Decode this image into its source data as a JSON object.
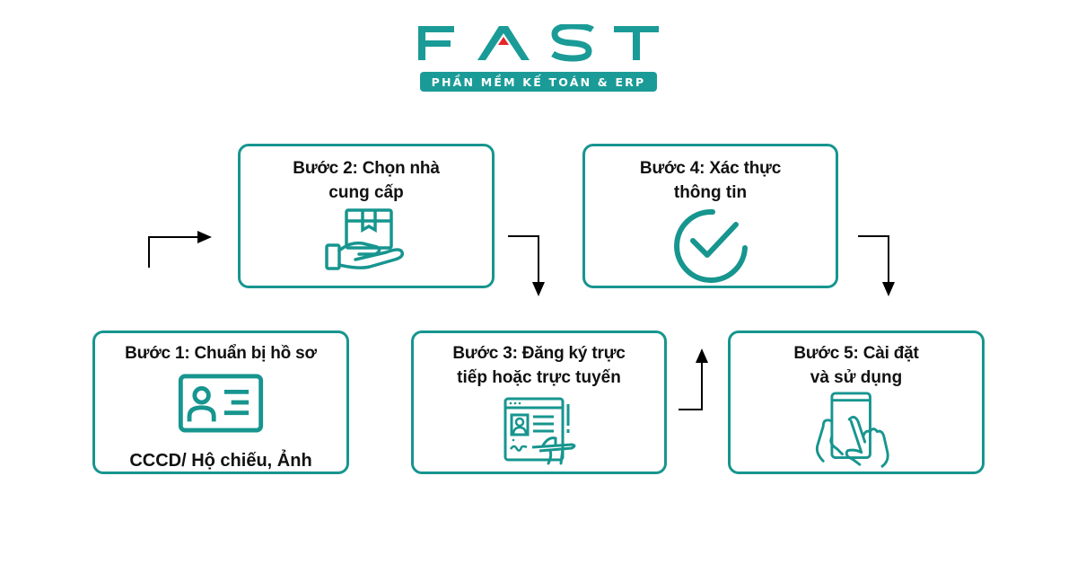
{
  "brand": {
    "name": "FAST",
    "tagline": "PHẦN MỀM KẾ TOÁN & ERP",
    "primary_color": "#1a9b97",
    "accent_color": "#e8262a"
  },
  "steps": [
    {
      "id": 1,
      "title": "Bước 1: Chuẩn bị hồ sơ",
      "subtitle": "CCCD/ Hộ chiếu, Ảnh",
      "icon": "id-card-icon"
    },
    {
      "id": 2,
      "title": "Bước 2: Chọn nhà cung cấp",
      "icon": "hand-holding-box-icon"
    },
    {
      "id": 3,
      "title": "Bước 3: Đăng ký trực tiếp hoặc trực tuyến",
      "icon": "online-form-signing-icon"
    },
    {
      "id": 4,
      "title": "Bước 4: Xác thực thông tin",
      "icon": "check-circle-icon"
    },
    {
      "id": 5,
      "title": "Bước 5: Cài đặt và sử dụng",
      "icon": "hand-touch-phone-icon"
    }
  ],
  "arrows": [
    {
      "from": "start",
      "to": 2,
      "direction": "right"
    },
    {
      "from": 2,
      "to": 3,
      "direction": "down"
    },
    {
      "from": 3,
      "to": 4,
      "direction": "up"
    },
    {
      "from": 4,
      "to": 5,
      "direction": "down"
    }
  ],
  "labels": {
    "step1_line1": "Bước 1: Chuẩn bị hồ sơ",
    "step1_sub": "CCCD/ Hộ chiếu, Ảnh",
    "step2_line1": "Bước 2: Chọn nhà",
    "step2_line2": "cung cấp",
    "step3_line1": "Bước 3: Đăng ký trực",
    "step3_line2": "tiếp hoặc trực tuyến",
    "step4_line1": "Bước 4: Xác thực",
    "step4_line2": "thông tin",
    "step5_line1": "Bước 5: Cài đặt",
    "step5_line2": "và sử dụng"
  }
}
